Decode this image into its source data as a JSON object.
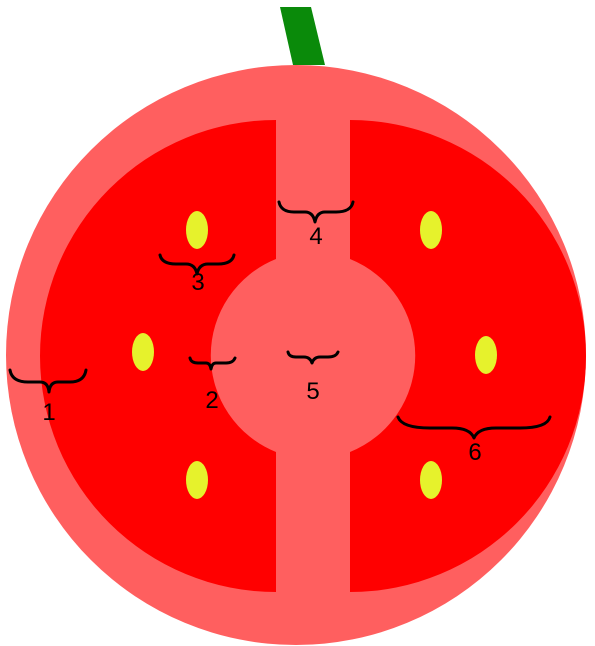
{
  "diagram": {
    "labels": [
      "1",
      "2",
      "3",
      "4",
      "5",
      "6"
    ]
  },
  "colors": {
    "stem": "#0a8a0a",
    "outer_flesh": "#ff5f5f",
    "locule": "#ff0000",
    "seed": "#e6f22c",
    "label": "#000000"
  }
}
